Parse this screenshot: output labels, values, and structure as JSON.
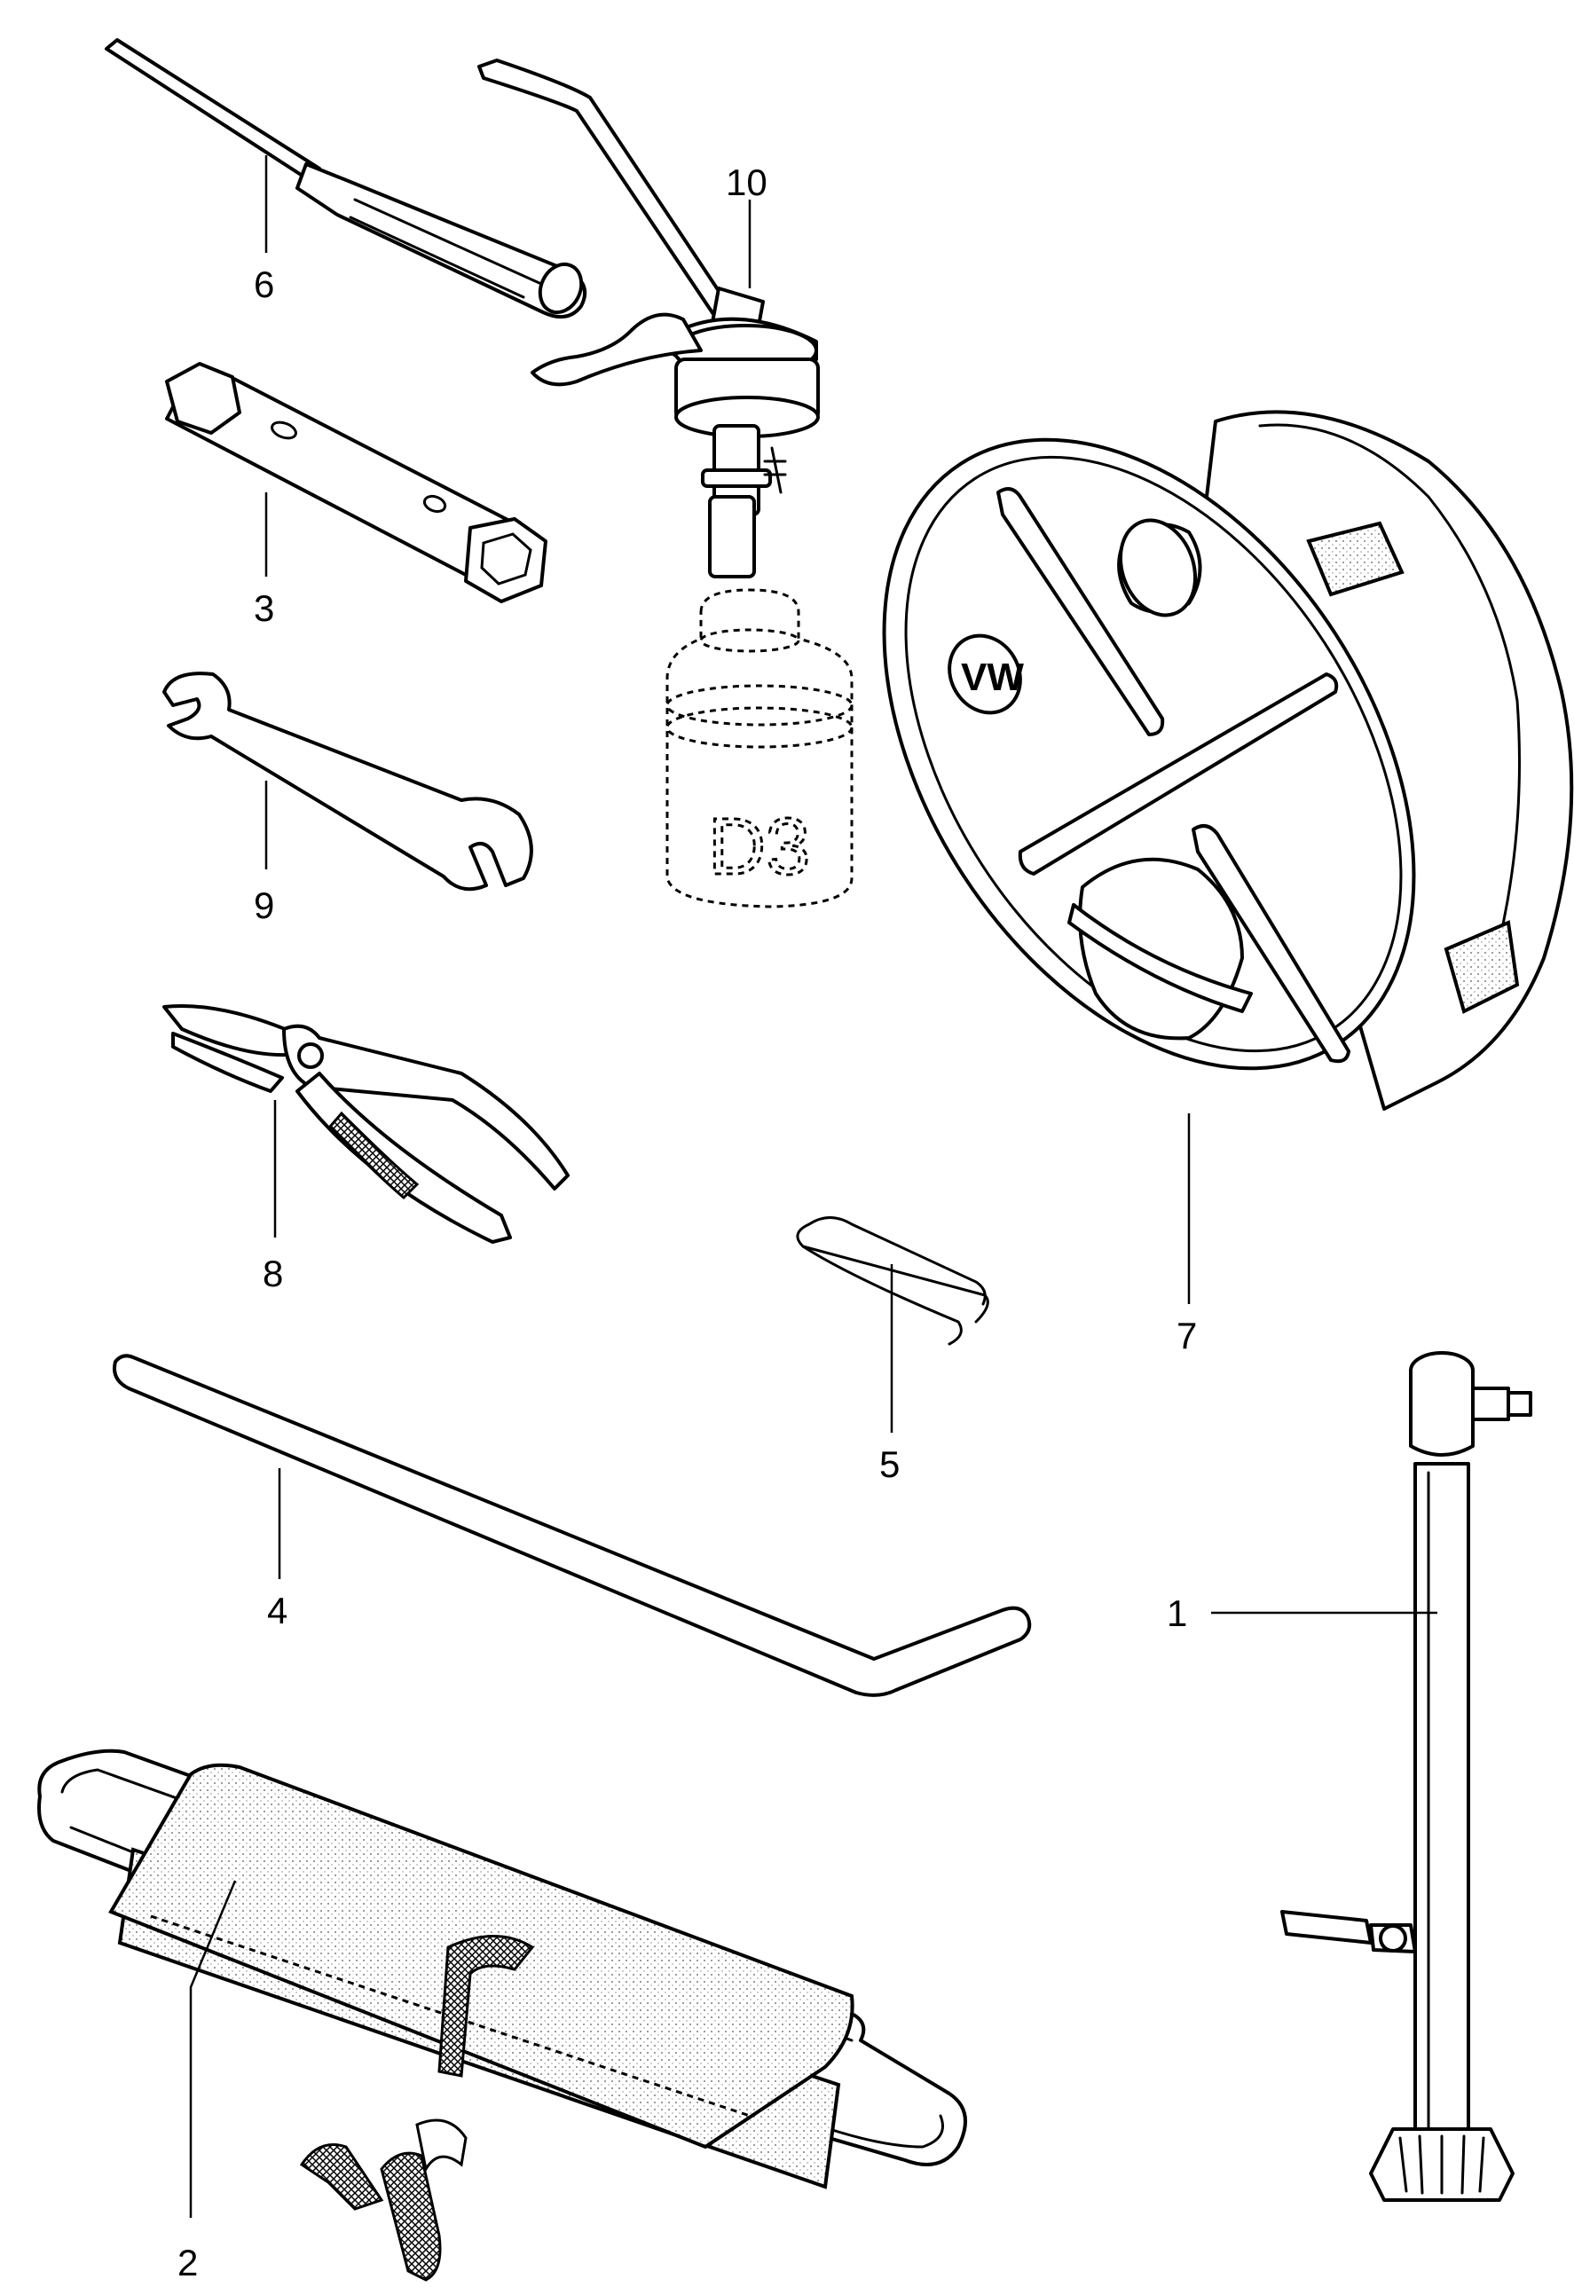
{
  "callouts": {
    "c1": "1",
    "c2": "2",
    "c3": "3",
    "c4": "4",
    "c5": "5",
    "c6": "6",
    "c7": "7",
    "c8": "8",
    "c9": "9",
    "c10": "10"
  },
  "container_label": "D3",
  "colors": {
    "ink": "#000000",
    "paper": "#ffffff"
  }
}
